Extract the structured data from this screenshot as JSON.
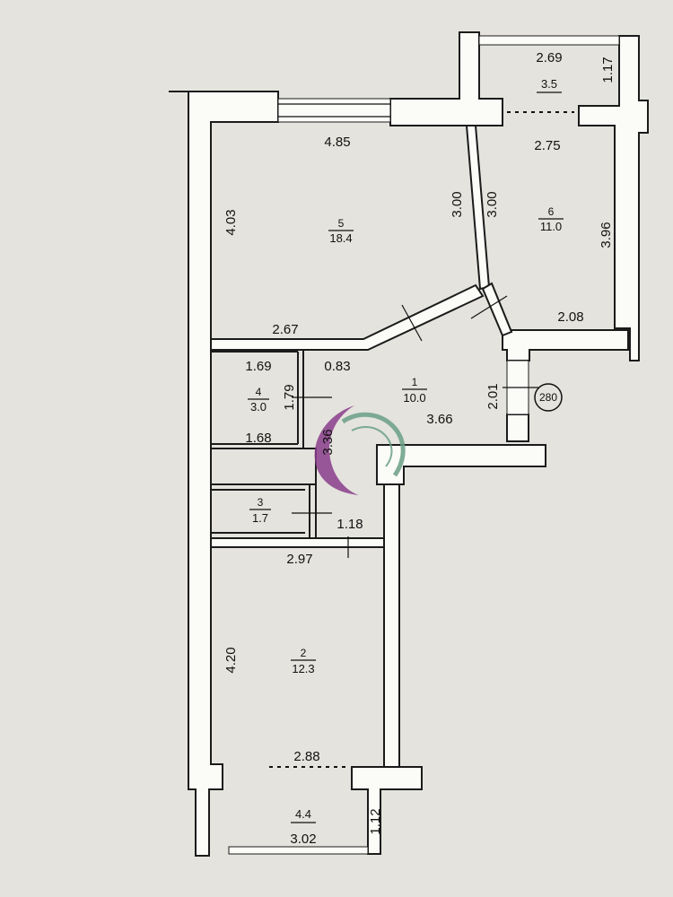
{
  "rooms": [
    {
      "number": "1",
      "area": "10.0"
    },
    {
      "number": "2",
      "area": "12.3"
    },
    {
      "number": "3",
      "area": "1.7"
    },
    {
      "number": "4",
      "area": "3.0"
    },
    {
      "number": "5",
      "area": "18.4"
    },
    {
      "number": "6",
      "area": "11.0"
    }
  ],
  "balconies": [
    {
      "area": "3.5"
    },
    {
      "area": "4.4"
    }
  ],
  "dimensions": {
    "room5_top": "4.85",
    "room5_left": "4.03",
    "room5_right": "3.00",
    "room5_bottom": "2.67",
    "room6_left": "3.00",
    "room6_top": "2.75",
    "room6_right": "3.96",
    "room6_bottom": "2.08",
    "balcony_top_width": "2.69",
    "balcony_top_depth": "1.17",
    "room4_top": "1.69",
    "room4_side": "1.79",
    "room4_bottom": "1.68",
    "hall_top": "0.83",
    "hall_right": "3.66",
    "hall_side": "3.36",
    "hall_door_depth": "2.01",
    "room3_side": "1.18",
    "room2_top": "2.97",
    "room2_left": "4.20",
    "room2_bottom": "2.88",
    "balcony_bottom_width": "3.02",
    "balcony_bottom_depth": "1.12"
  },
  "marker": "280",
  "colors": {
    "paper": "#e4e3dd",
    "wall_fill": "#fbfbf8",
    "line": "#1b1b1b",
    "logo_purple": "#8a3e8c",
    "logo_green": "#6a9f86"
  }
}
